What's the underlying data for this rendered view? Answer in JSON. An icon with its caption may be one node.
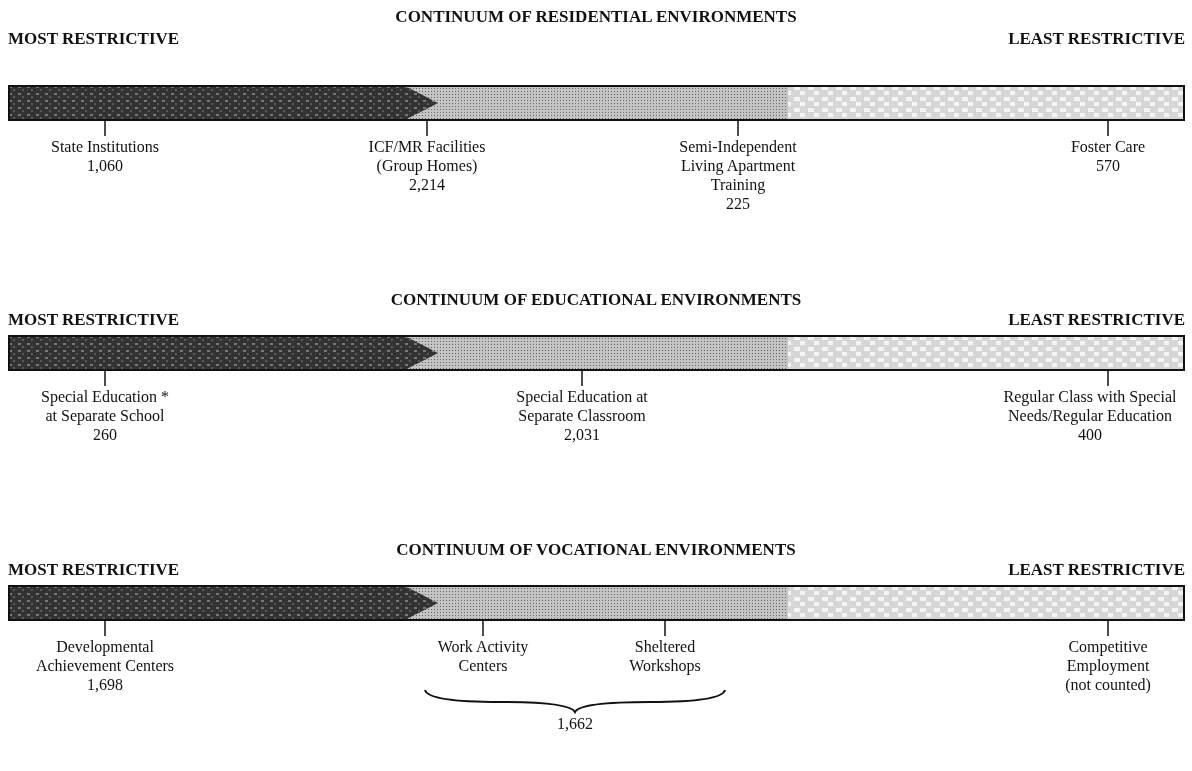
{
  "diagram": {
    "nodes": [
      {
        "text": [],
        "shape": "bar",
        "beside": [
          "CONTINUUM OF RESIDENTIAL ENVIRONMENTS",
          "MOST RESTRICTIVE",
          "LEAST RESTRICTIVE"
        ]
      },
      {
        "text": [
          "State Institutions",
          "1,060"
        ]
      },
      {
        "text": [
          "ICF/MR Facilities (Group Homes)",
          "2,214"
        ]
      },
      {
        "text": [
          "Semi-Independent Living Apartment Training",
          "225"
        ]
      },
      {
        "text": [
          "Foster Care",
          "570"
        ]
      },
      {
        "text": [],
        "shape": "bar",
        "beside": [
          "CONTINUUM OF EDUCATIONAL ENVIRONMENTS",
          "MOST RESTRICTIVE",
          "LEAST RESTRICTIVE"
        ]
      },
      {
        "text": [
          "Special Education * at Separate School",
          "260"
        ]
      },
      {
        "text": [
          "Special Education at Separate Classroom",
          "2,031"
        ]
      },
      {
        "text": [
          "Regular Class with Special Needs/Regular Education",
          "400"
        ]
      },
      {
        "text": [],
        "shape": "bar",
        "beside": [
          "CONTINUUM OF VOCATIONAL ENVIRONMENTS",
          "MOST RESTRICTIVE",
          "LEAST RESTRICTIVE"
        ]
      },
      {
        "text": [
          "Developmental Achievement Centers",
          "1,698"
        ]
      },
      {
        "text": [
          "Work Activity Centers"
        ]
      },
      {
        "text": [
          "Sheltered Workshops"
        ]
      },
      {
        "text": [
          "Competitive Employment",
          "(not counted)"
        ]
      }
    ],
    "edges": [
      {
        "from": 1,
        "to": 0,
        "arrow": "none"
      },
      {
        "from": 2,
        "to": 0,
        "arrow": "none"
      },
      {
        "from": 3,
        "to": 0,
        "arrow": "none"
      },
      {
        "from": 4,
        "to": 0,
        "arrow": "none"
      },
      {
        "from": 6,
        "to": 5,
        "arrow": "none"
      },
      {
        "from": 7,
        "to": 5,
        "arrow": "none"
      },
      {
        "from": 8,
        "to": 5,
        "arrow": "none"
      },
      {
        "from": 10,
        "to": 9,
        "arrow": "none"
      },
      {
        "from": 11,
        "to": 9,
        "arrow": "none"
      },
      {
        "from": 12,
        "to": 9,
        "arrow": "none"
      },
      {
        "from": 13,
        "to": 9,
        "arrow": "none"
      }
    ],
    "labels": [
      "1,662"
    ]
  }
}
